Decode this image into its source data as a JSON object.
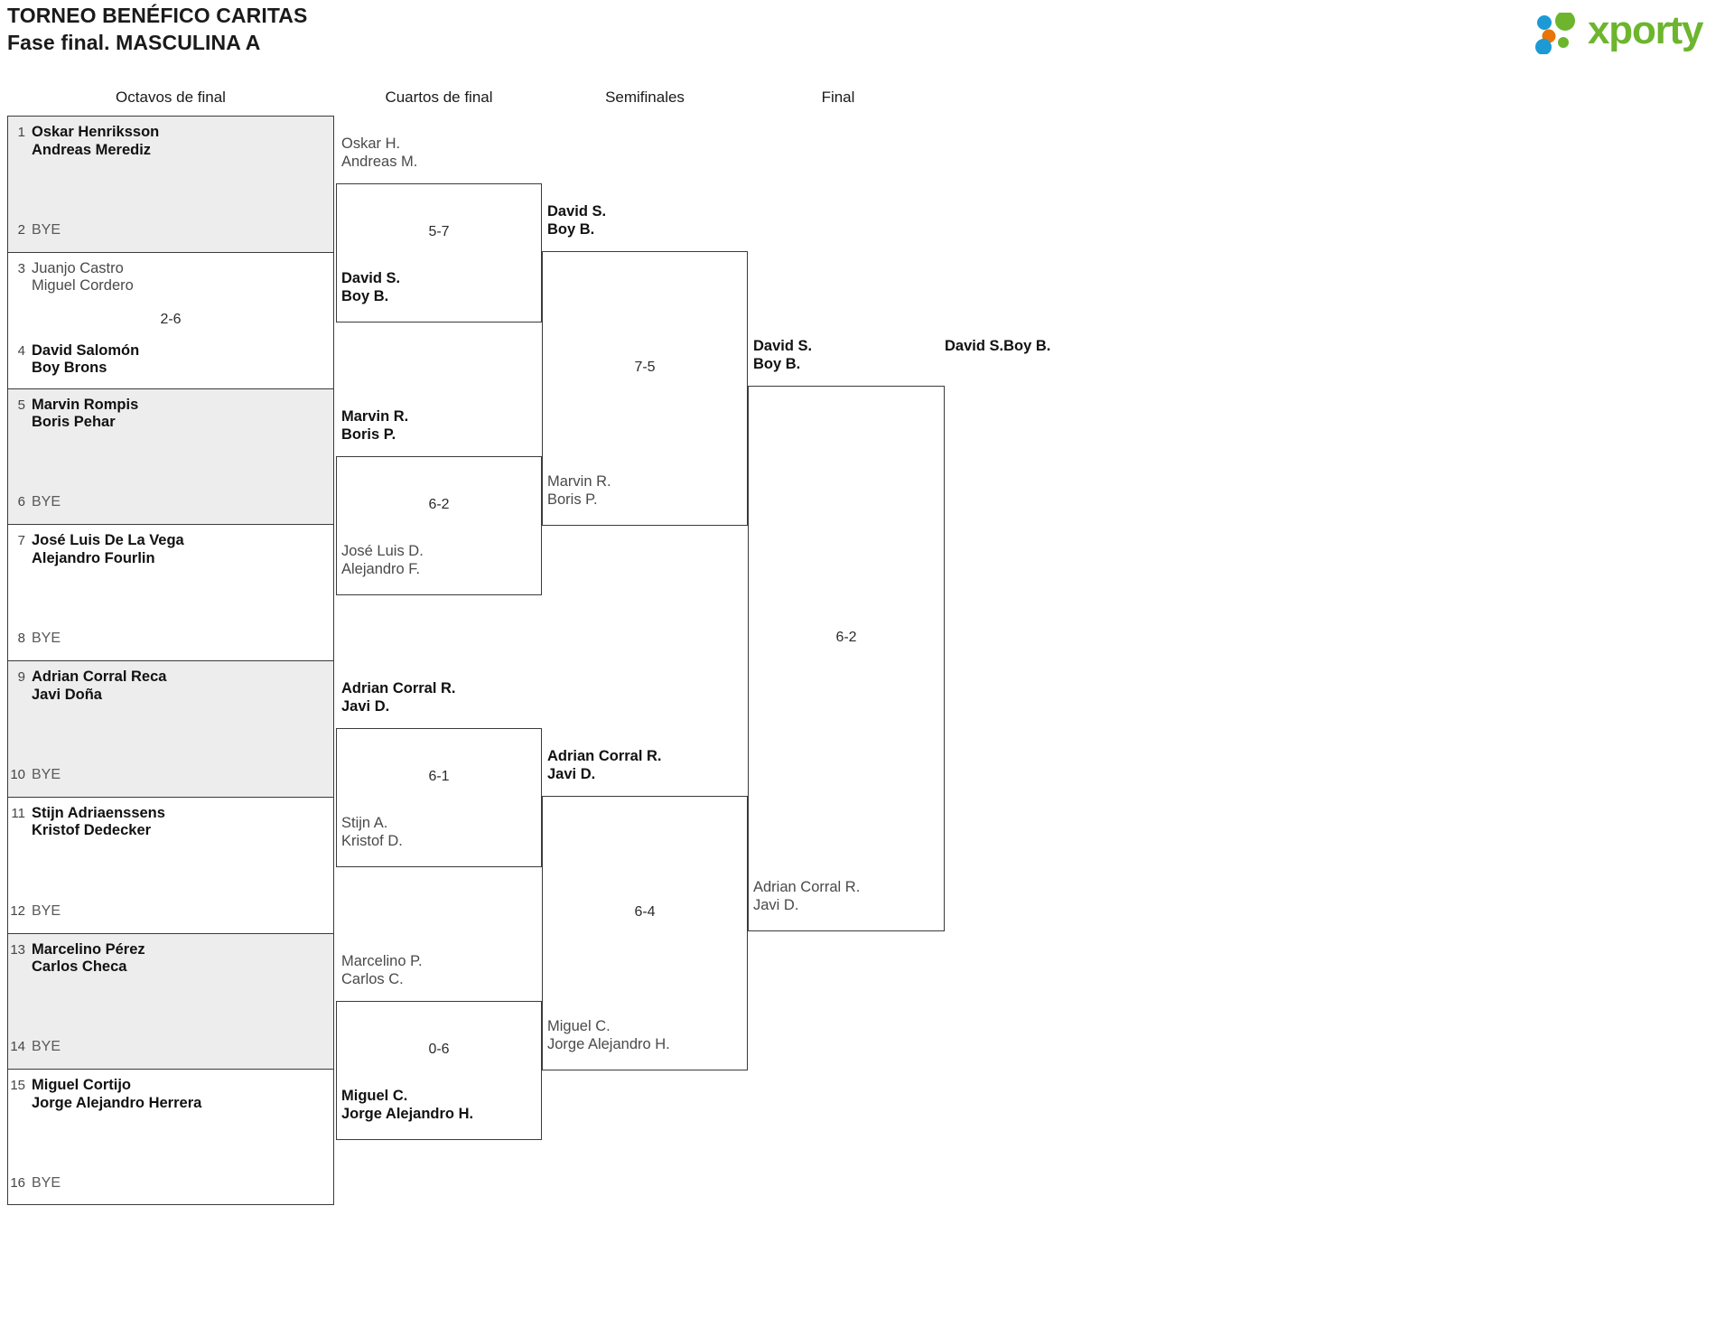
{
  "header": {
    "tournament_name": "TORNEO BENÉFICO CARITAS",
    "phase": "Fase final. MASCULINA A",
    "logo_text": "xporty",
    "logo_colors": {
      "green": "#6cb52d",
      "blue": "#1b9ad6",
      "orange": "#e8740c"
    }
  },
  "rounds": [
    {
      "label": "Octavos de final"
    },
    {
      "label": "Cuartos de final"
    },
    {
      "label": "Semifinales"
    },
    {
      "label": "Final"
    }
  ],
  "bye_label": "BYE",
  "round1": {
    "blocks": [
      {
        "shaded": true,
        "top": {
          "seed": "1",
          "line1": "Oskar Henriksson",
          "line2": "Andreas Merediz",
          "status": "win"
        },
        "bottom": {
          "seed": "2",
          "line1": "BYE",
          "line2": "",
          "status": "bye"
        },
        "score": ""
      },
      {
        "shaded": false,
        "top": {
          "seed": "3",
          "line1": "Juanjo Castro",
          "line2": "Miguel Cordero",
          "status": "lose"
        },
        "bottom": {
          "seed": "4",
          "line1": "David Salomón",
          "line2": "Boy Brons",
          "status": "win"
        },
        "score": "2-6"
      },
      {
        "shaded": true,
        "top": {
          "seed": "5",
          "line1": "Marvin Rompis",
          "line2": "Boris Pehar",
          "status": "win"
        },
        "bottom": {
          "seed": "6",
          "line1": "BYE",
          "line2": "",
          "status": "bye"
        },
        "score": ""
      },
      {
        "shaded": false,
        "top": {
          "seed": "7",
          "line1": "José Luis De La Vega",
          "line2": "Alejandro Fourlin",
          "status": "win"
        },
        "bottom": {
          "seed": "8",
          "line1": "BYE",
          "line2": "",
          "status": "bye"
        },
        "score": ""
      },
      {
        "shaded": true,
        "top": {
          "seed": "9",
          "line1": "Adrian Corral Reca",
          "line2": "Javi Doña",
          "status": "win"
        },
        "bottom": {
          "seed": "10",
          "line1": "BYE",
          "line2": "",
          "status": "bye"
        },
        "score": ""
      },
      {
        "shaded": false,
        "top": {
          "seed": "11",
          "line1": "Stijn Adriaenssens",
          "line2": "Kristof Dedecker",
          "status": "win"
        },
        "bottom": {
          "seed": "12",
          "line1": "BYE",
          "line2": "",
          "status": "bye"
        },
        "score": ""
      },
      {
        "shaded": true,
        "top": {
          "seed": "13",
          "line1": "Marcelino Pérez",
          "line2": "Carlos Checa",
          "status": "win"
        },
        "bottom": {
          "seed": "14",
          "line1": "BYE",
          "line2": "",
          "status": "bye"
        },
        "score": ""
      },
      {
        "shaded": false,
        "top": {
          "seed": "15",
          "line1": "Miguel Cortijo",
          "line2": "Jorge Alejandro Herrera",
          "status": "win"
        },
        "bottom": {
          "seed": "16",
          "line1": "BYE",
          "line2": "",
          "status": "bye"
        },
        "score": ""
      }
    ]
  },
  "quarterfinals": [
    {
      "score": "5-7",
      "top": {
        "line1": "Oskar H.",
        "line2": "Andreas M.",
        "status": "lose"
      },
      "bottom": {
        "line1": "David S.",
        "line2": "Boy B.",
        "status": "win"
      }
    },
    {
      "score": "6-2",
      "top": {
        "line1": "Marvin R.",
        "line2": "Boris P.",
        "status": "win"
      },
      "bottom": {
        "line1": "José Luis D.",
        "line2": "Alejandro F.",
        "status": "lose"
      }
    },
    {
      "score": "6-1",
      "top": {
        "line1": "Adrian Corral R.",
        "line2": "Javi D.",
        "status": "win"
      },
      "bottom": {
        "line1": "Stijn A.",
        "line2": "Kristof D.",
        "status": "lose"
      }
    },
    {
      "score": "0-6",
      "top": {
        "line1": "Marcelino P.",
        "line2": "Carlos C.",
        "status": "lose"
      },
      "bottom": {
        "line1": "Miguel C.",
        "line2": "Jorge Alejandro H.",
        "status": "win"
      }
    }
  ],
  "semifinals": [
    {
      "score": "7-5",
      "top": {
        "line1": "David S.",
        "line2": "Boy B.",
        "status": "win"
      },
      "bottom": {
        "line1": "Marvin R.",
        "line2": "Boris P.",
        "status": "lose"
      }
    },
    {
      "score": "6-4",
      "top": {
        "line1": "Adrian Corral R.",
        "line2": "Javi D.",
        "status": "win"
      },
      "bottom": {
        "line1": "Miguel C.",
        "line2": "Jorge Alejandro H.",
        "status": "lose"
      }
    }
  ],
  "final": {
    "score": "6-2",
    "top": {
      "line1": "David S.",
      "line2": "Boy B.",
      "status": "win"
    },
    "bottom": {
      "line1": "Adrian Corral R.",
      "line2": "Javi D.",
      "status": "lose"
    }
  },
  "champion": {
    "line1": "David S.",
    "line2": "Boy B."
  }
}
